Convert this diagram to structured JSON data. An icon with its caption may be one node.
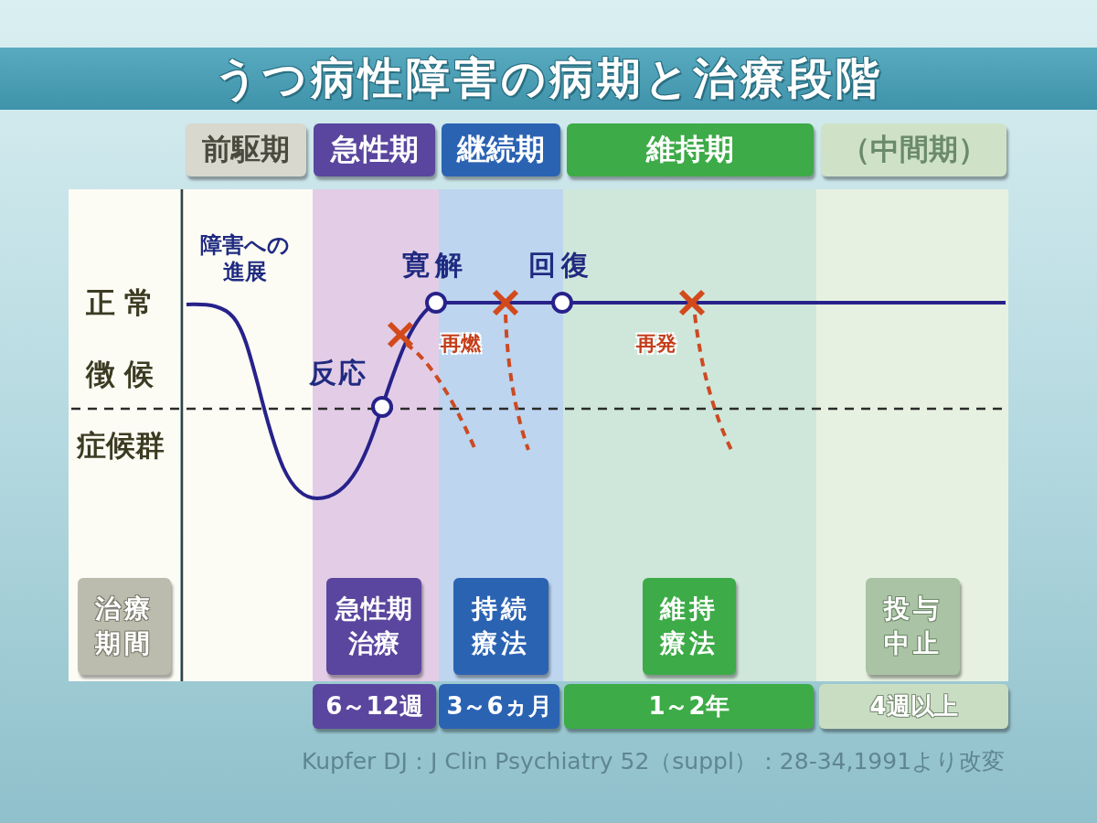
{
  "diagram": {
    "title": "うつ病性障害の病期と治療段階",
    "caption": "Kupfer DJ：J Clin Psychiatry 52（suppl）：28-34,1991より改変",
    "nodes": [
      {
        "text": [
          "前駆期"
        ]
      },
      {
        "text": [
          "急性期"
        ]
      },
      {
        "text": [
          "継続期"
        ]
      },
      {
        "text": [
          "維持期"
        ]
      },
      {
        "text": [
          "（中間期）"
        ]
      },
      {
        "text": [
          "治療期間"
        ]
      },
      {
        "text": [
          "急性期治療"
        ]
      },
      {
        "text": [
          "持続療法"
        ]
      },
      {
        "text": [
          "維持療法"
        ]
      },
      {
        "text": [
          "投与中止"
        ]
      },
      {
        "text": [
          "6～12週"
        ]
      },
      {
        "text": [
          "3～6ヵ月"
        ]
      },
      {
        "text": [
          "1～2年"
        ]
      },
      {
        "text": [
          "4週以上"
        ]
      }
    ],
    "labels": [
      "障害への進展",
      "寛解",
      "回復",
      "正常",
      "再燃",
      "再発",
      "徴候",
      "反応",
      "症候群"
    ]
  }
}
